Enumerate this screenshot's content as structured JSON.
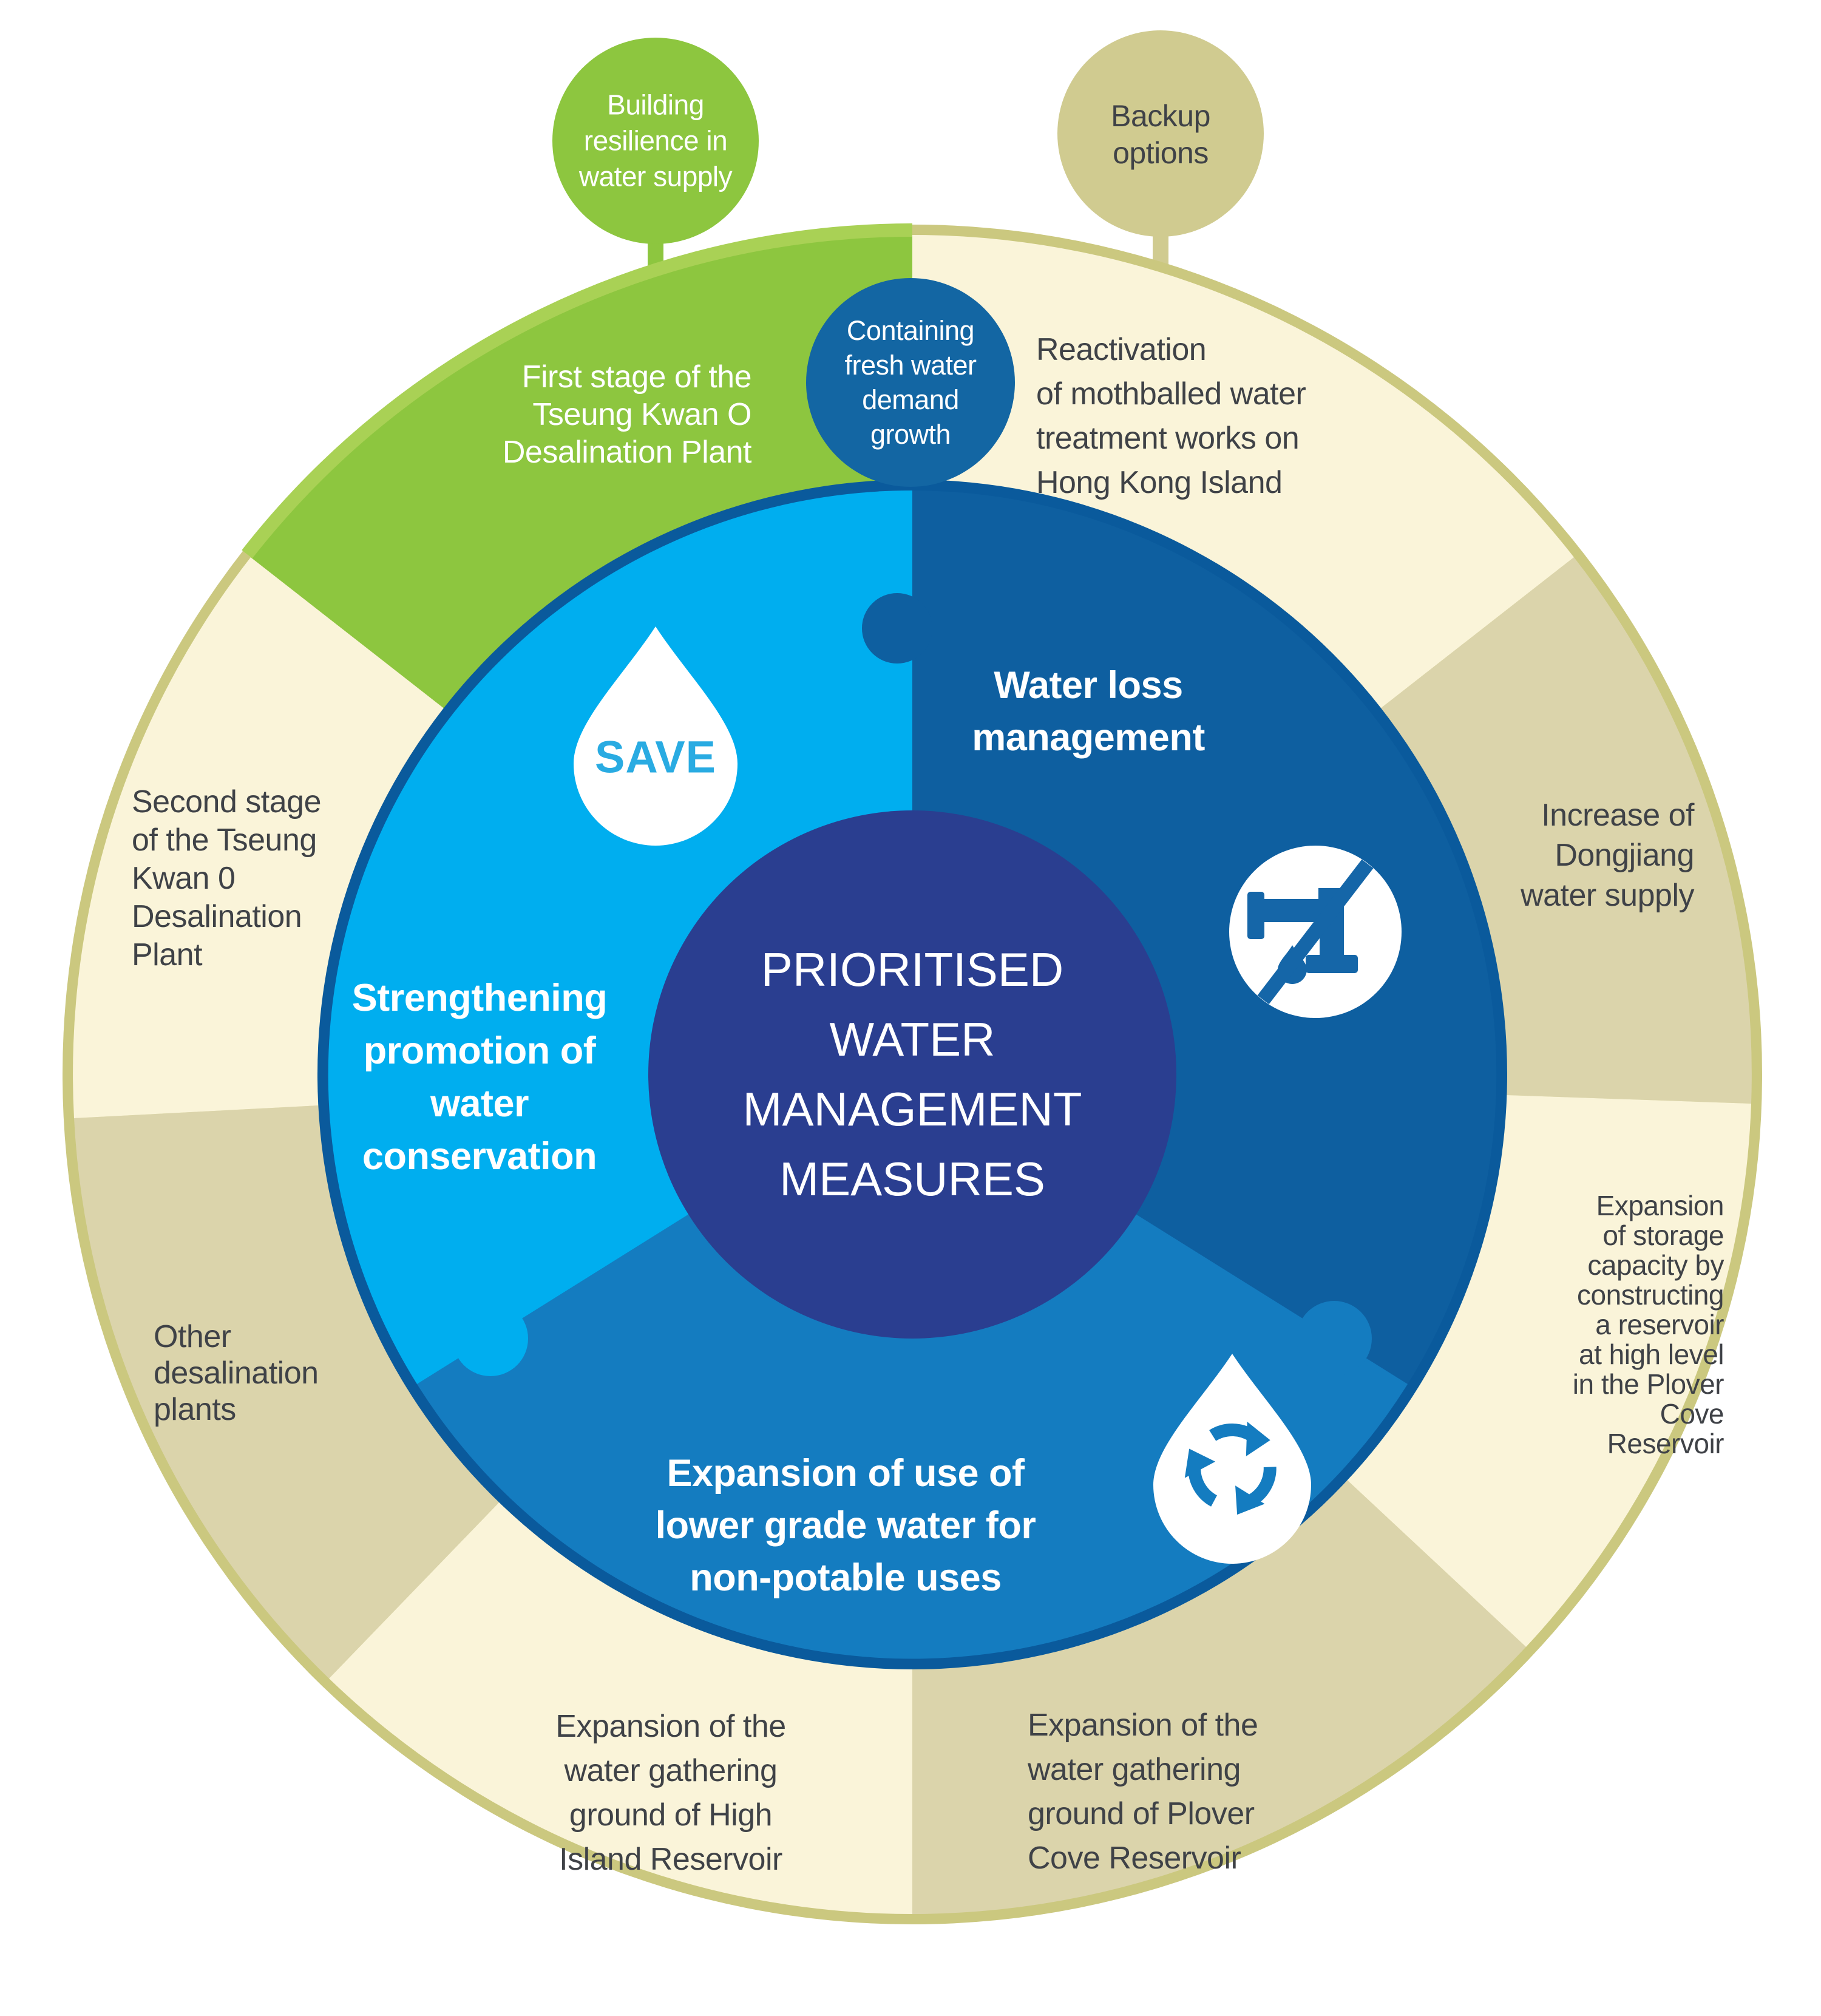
{
  "palette": {
    "green": "#8dc63f",
    "green_rim": "#a9d155",
    "khaki_rim": "#cbc87f",
    "cream": "#faf4d9",
    "tan": "#dbd4ab",
    "backup_circle": "#d0cb90",
    "containing_circle": "#1366a3",
    "light_blue": "#00aeef",
    "mid_blue": "#147cc0",
    "dark_blue": "#0e5fa0",
    "navy": "#2a3e90",
    "inner_ring": "#0a5a9c",
    "icon_blue": "#1566a8",
    "save_text": "#29abe2",
    "dark_text": "#3f4247",
    "white": "#ffffff"
  },
  "callouts": {
    "building_resilience": "Building\nresilience in\nwater supply",
    "backup_options": "Backup\noptions",
    "containing_demand": "Containing\nfresh water\ndemand\ngrowth"
  },
  "center_title": "PRIORITISED\nWATER\nMANAGEMENT\nMEASURES",
  "measures": {
    "water_loss": "Water loss\nmanagement",
    "conservation": "Strengthening\npromotion of\nwater\nconservation",
    "lower_grade": "Expansion of use of\nlower grade water for\nnon-potable uses",
    "save_icon_text": "SAVE"
  },
  "backup_ring": {
    "first_stage": "First stage of the\nTseung Kwan O\nDesalination Plant",
    "reactivation": "Reactivation\nof mothballed water\ntreatment works on\nHong Kong Island",
    "dongjiang": "Increase of\nDongjiang\nwater supply",
    "storage": "Expansion\nof storage\ncapacity by\nconstructing\na reservoir\nat high level\nin the Plover\nCove\nReservoir",
    "plover_gathering": "Expansion of the\nwater gathering\nground of Plover\nCove Reservoir",
    "high_island": "Expansion of the\nwater gathering\nground of High\nIsland Reservoir",
    "other_desalination": "Other\ndesalination\nplants",
    "second_stage": "Second stage\nof the Tseung\nKwan 0\nDesalination\nPlant"
  }
}
